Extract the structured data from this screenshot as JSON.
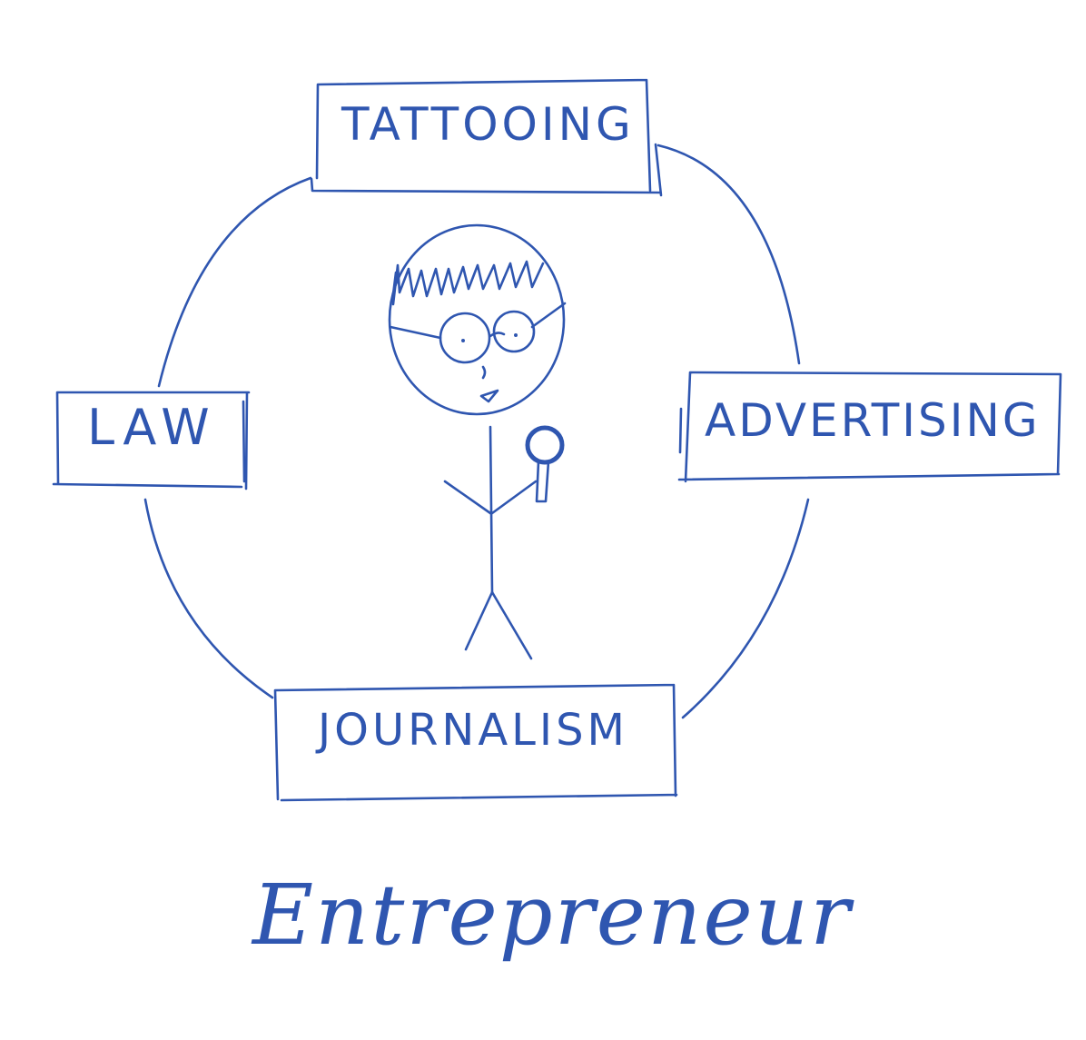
{
  "diagram": {
    "nodes": {
      "top": "TATTOOING",
      "left": "LAW",
      "right": "ADVERTISING",
      "bottom": "JOURNALISM"
    },
    "caption": "Entrepreneur"
  },
  "colors": {
    "ink": "#2f56b0",
    "background": "#ffffff"
  }
}
